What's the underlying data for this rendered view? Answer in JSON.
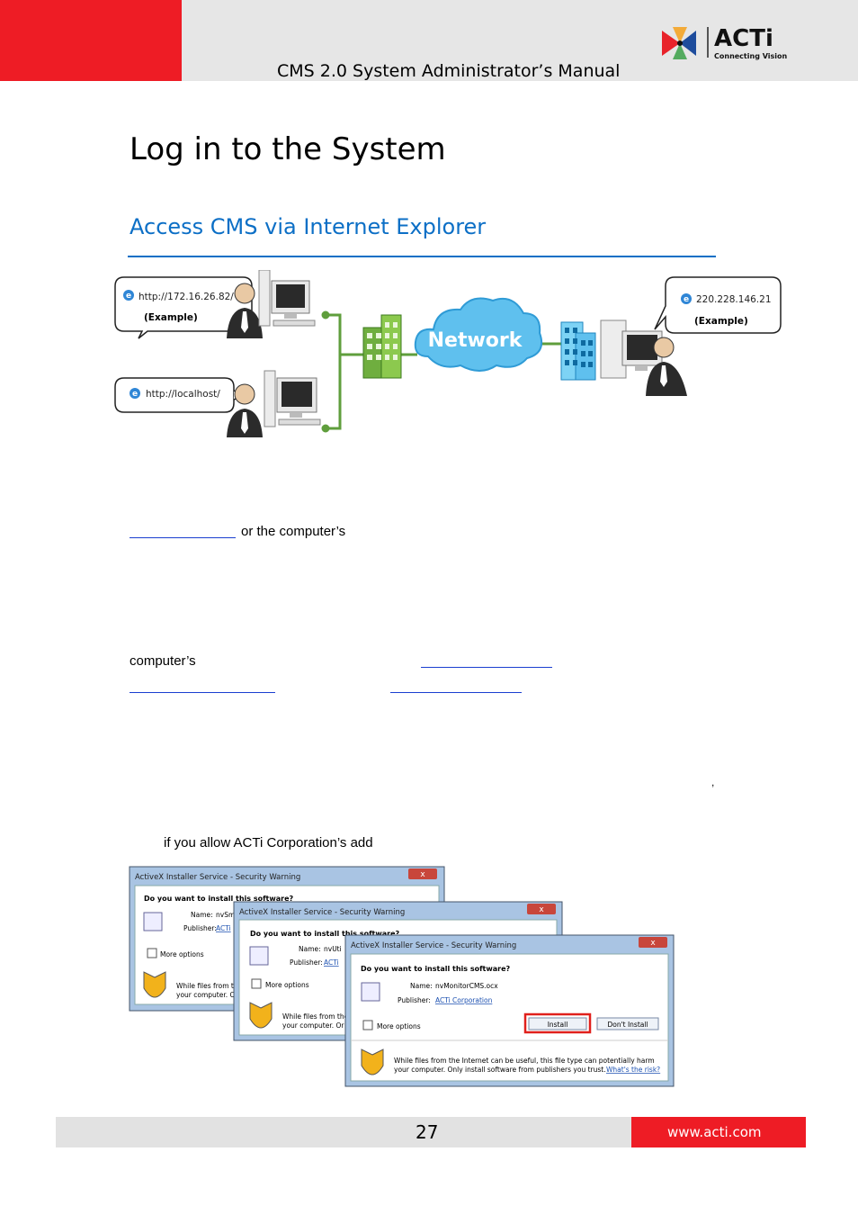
{
  "header": {
    "manual_title": "CMS 2.0 System Administrator’s Manual",
    "logo_name": "ACTi",
    "logo_tagline": "Connecting Vision",
    "brand_red": "#ee1c25"
  },
  "page": {
    "heading": "Log in to the System",
    "subheading": "Access CMS via Internet Explorer",
    "accent_blue": "#0c6fc6"
  },
  "diagram": {
    "bubble_remote_url": "http://172.16.26.82/",
    "bubble_remote_note": "(Example)",
    "bubble_local_url": "http://localhost/",
    "bubble_right_url": "220.228.146.21",
    "bubble_right_note": "(Example)",
    "cloud_label": "Network"
  },
  "body": {
    "line1": "or the computer’s",
    "line2": "computer’s",
    "comma": ",",
    "line3": "if you allow ACTi Corporation’s add"
  },
  "dialogs": {
    "title": "ActiveX Installer Service - Security Warning",
    "question": "Do you want to install this software?",
    "name_label": "Name:",
    "publisher_label": "Publisher:",
    "back_name": "nvSm",
    "back_publisher": "ACTi",
    "mid_name": "nvUti",
    "mid_publisher": "ACTi",
    "front_name": "nvMonitorCMS.ocx",
    "front_publisher": "ACTi Corporation",
    "more_options": "More options",
    "install_button": "Install",
    "dont_install_button": "Don't Install",
    "warning_line1": "While files from the Internet can be useful, this file type can potentially harm",
    "warning_line2": "your computer. Only install software from publishers you trust.",
    "whats_risk": "What's the risk?",
    "back_warn1": "While files from th",
    "back_warn2": "your computer. O",
    "mid_warn1": "While files from the",
    "mid_warn2": "your computer. Or",
    "highlight_color": "#e0201c"
  },
  "footer": {
    "page_number": "27",
    "url": "www.acti.com"
  }
}
